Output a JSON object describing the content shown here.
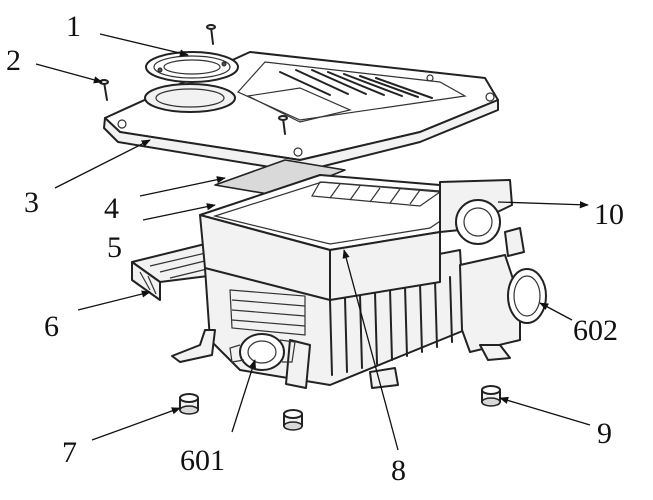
{
  "labels": {
    "l1": "1",
    "l2": "2",
    "l3": "3",
    "l4": "4",
    "l5": "5",
    "l6": "6",
    "l7": "7",
    "l8": "8",
    "l9": "9",
    "l10": "10",
    "l601": "601",
    "l602": "602"
  }
}
